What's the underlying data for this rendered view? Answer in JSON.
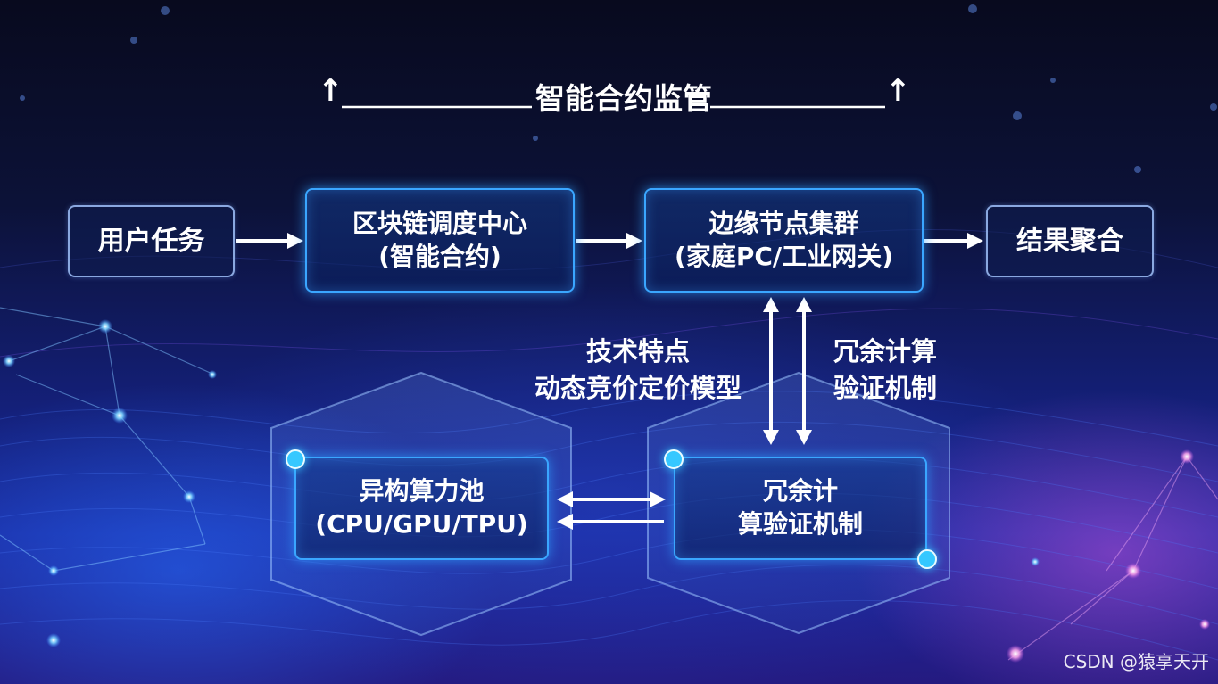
{
  "top": {
    "title": "智能合约监管",
    "left_arrow": "↑",
    "right_arrow": "↑"
  },
  "flow": {
    "user_task": "用户任务",
    "scheduler": {
      "line1": "区块链调度中心",
      "line2": "(智能合约)"
    },
    "edge_cluster": {
      "line1": "边缘节点集群",
      "line2": "(家庭PC/工业网关)"
    },
    "result": "结果聚合"
  },
  "labels": {
    "features": {
      "line1": "技术特点",
      "line2": "动态竞价定价模型"
    },
    "redundant": {
      "line1": "冗余计算",
      "line2": "验证机制"
    }
  },
  "bottom": {
    "pool": {
      "line1": "异构算力池",
      "line2": "(CPU/GPU/TPU)"
    },
    "verify": {
      "line1": "冗余计",
      "line2": "算验证机制"
    }
  },
  "watermark": "CSDN @猿享天开",
  "colors": {
    "accent": "#3aa6ff",
    "arrow": "#ffffff",
    "glow": "#35c8ff"
  }
}
